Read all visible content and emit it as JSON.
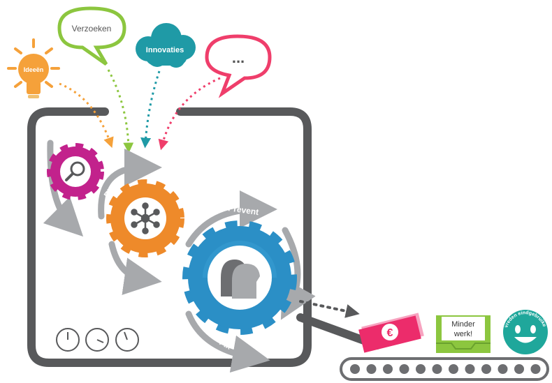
{
  "inputs": {
    "ideas": "Ideeën",
    "requests": "Verzoeken",
    "innovations": "Innovaties",
    "other": "..."
  },
  "process": {
    "find": "Find",
    "prevent": "Prevent",
    "fix": "Fix"
  },
  "outputs": {
    "euro_symbol": "€",
    "less_work": "Minder werk!",
    "happy_customers": "Tevreden eindgebruikers!"
  },
  "colors": {
    "ideas": "#f5a13a",
    "requests": "#8cc63f",
    "innovations": "#1f9aa6",
    "other": "#ef3e6b",
    "frame": "#58595b",
    "gear_magenta": "#c2228c",
    "gear_orange": "#ee8a2a",
    "gear_blue": "#2b8fc6",
    "arrow_gray": "#a7a9ac",
    "money": "#ec2c6b",
    "tray": "#8cc63f",
    "smiley": "#1fa79b",
    "belt": "#6d6e71"
  },
  "icons": [
    "lightbulb-icon",
    "speech-bubble-icon",
    "cloud-icon",
    "magnifier-icon",
    "network-icon",
    "people-icon",
    "clock-icon",
    "banknote-icon",
    "inbox-tray-icon",
    "smiley-icon"
  ]
}
